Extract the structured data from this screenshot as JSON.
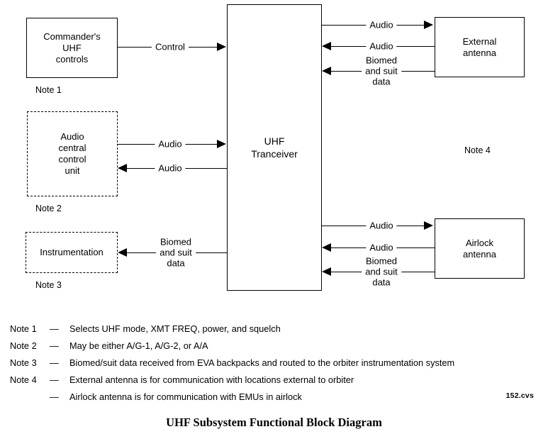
{
  "figure": {
    "title": "UHF Subsystem Functional Block Diagram",
    "id_label": "152.cvs"
  },
  "blocks": {
    "commander_controls": {
      "label": "Commander's\nUHF\ncontrols",
      "note": "Note 1",
      "style": "solid"
    },
    "audio_central": {
      "label": "Audio\ncentral\ncontrol\nunit",
      "note": "Note 2",
      "style": "dashed"
    },
    "instrumentation": {
      "label": "Instrumentation",
      "note": "Note 3",
      "style": "dashed"
    },
    "uhf_transceiver": {
      "label": "UHF\nTranceiver",
      "style": "solid"
    },
    "external_antenna": {
      "label": "External\nantenna",
      "style": "solid"
    },
    "airlock_antenna": {
      "label": "Airlock\nantenna",
      "style": "solid"
    },
    "antenna_note": "Note 4"
  },
  "flows": {
    "control": "Control",
    "audio_to_uhf": "Audio",
    "audio_from_uhf": "Audio",
    "biomed_to_instr": "Biomed\nand suit\ndata",
    "ext_audio_out": "Audio",
    "ext_audio_in": "Audio",
    "ext_biomed_in": "Biomed\nand suit\ndata",
    "air_audio_out": "Audio",
    "air_audio_in": "Audio",
    "air_biomed_in": "Biomed\nand suit\ndata"
  },
  "notes": [
    {
      "key": "Note 1",
      "dash": "—",
      "text": "Selects UHF mode, XMT FREQ, power, and squelch"
    },
    {
      "key": "Note 2",
      "dash": "—",
      "text": "May be either A/G-1, A/G-2, or A/A"
    },
    {
      "key": "Note 3",
      "dash": "—",
      "text": "Biomed/suit data received from EVA backpacks and routed to the orbiter instrumentation system"
    },
    {
      "key": "Note 4",
      "dash": "—",
      "text": "External antenna is for communication with locations external to orbiter"
    },
    {
      "key": "",
      "dash": "—",
      "text": "Airlock antenna is for communication with EMUs in airlock"
    }
  ],
  "colors": {
    "stroke": "#000000",
    "background": "#ffffff"
  }
}
